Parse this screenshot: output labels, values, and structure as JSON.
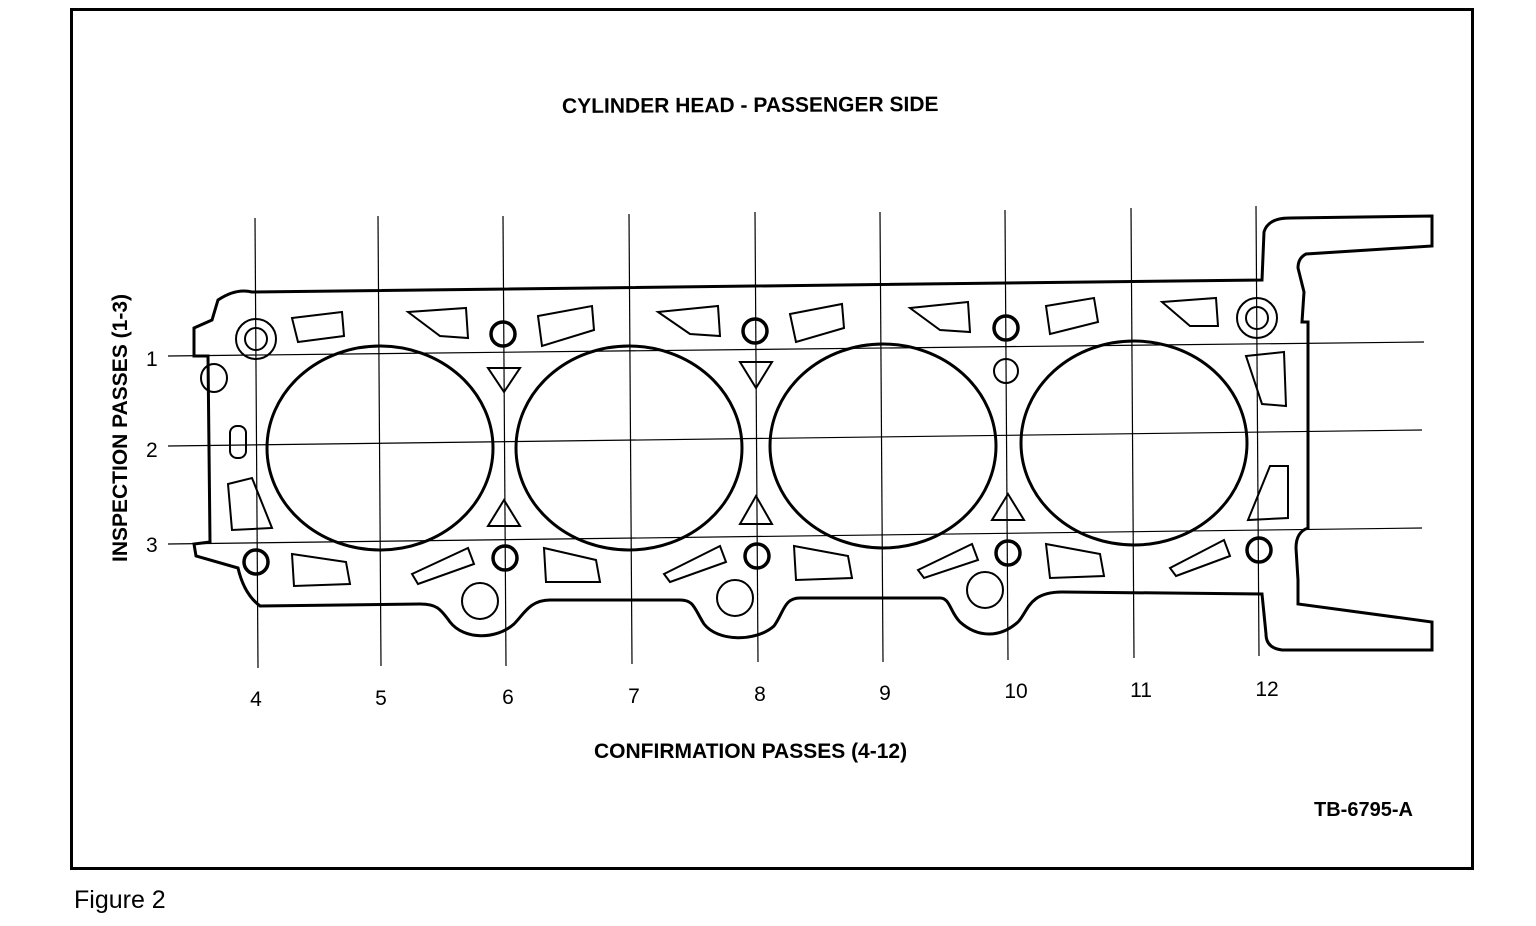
{
  "diagram": {
    "title": "CYLINDER HEAD - PASSENGER SIDE",
    "vertical_label": "INSPECTION PASSES (1-3)",
    "horizontal_label": "CONFIRMATION PASSES (4-12)",
    "drawing_code": "TB-6795-A",
    "inspection_passes": [
      "1",
      "2",
      "3"
    ],
    "confirmation_passes": [
      "4",
      "5",
      "6",
      "7",
      "8",
      "9",
      "10",
      "11",
      "12"
    ]
  },
  "caption": "Figure 2",
  "colors": {
    "ink": "#000000",
    "paper": "#ffffff"
  }
}
